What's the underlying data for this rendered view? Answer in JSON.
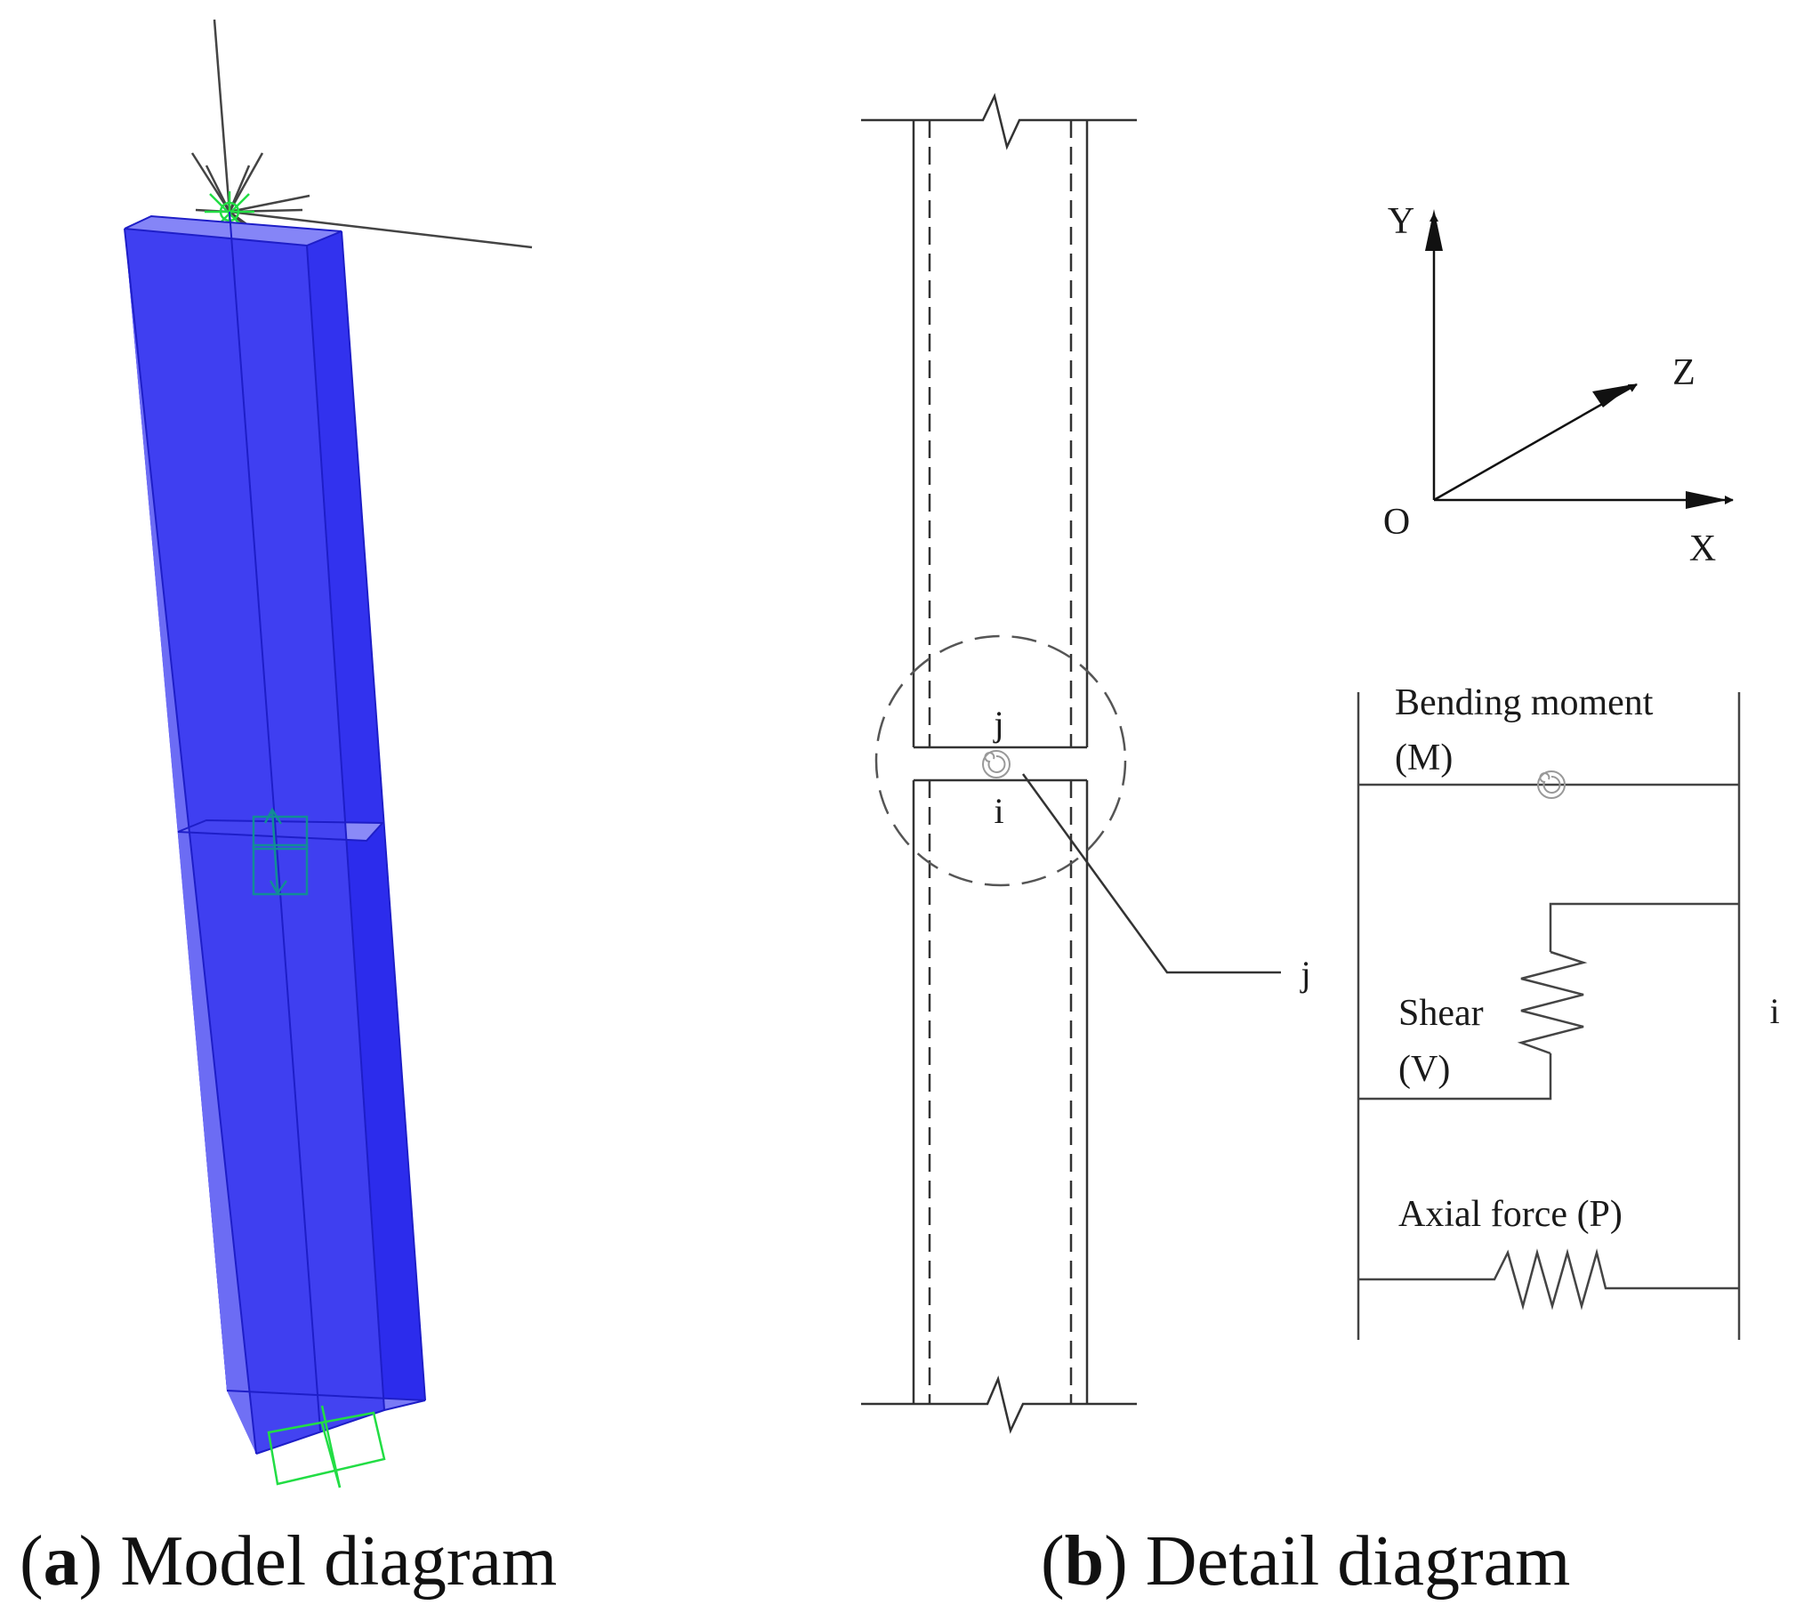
{
  "panel_a": {
    "caption_letter": "a",
    "caption_text": "Model diagram",
    "colors": {
      "column_fill": "#3b3bf0",
      "column_edge": "#1e1ec8",
      "support": "#22dd44",
      "hinge_marker": "#128c96",
      "load_lines": "#444444"
    },
    "icons": [
      "star-load-icon",
      "hinge-marker-icon",
      "fixed-support-icon"
    ]
  },
  "panel_b": {
    "caption_letter": "b",
    "caption_text": "Detail diagram",
    "axes": {
      "y": "Y",
      "z": "Z",
      "x": "X",
      "origin": "O"
    },
    "node_j": "j",
    "node_i": "i",
    "callout_j": "j",
    "callout_i": "i",
    "spring_labels": {
      "moment_line1": "Bending moment",
      "moment_line2": "(M)",
      "shear_line1": "Shear",
      "shear_line2": "(V)",
      "axial": "Axial force (P)"
    },
    "icons": [
      "break-line-icon",
      "rotational-spring-icon",
      "shear-spring-icon",
      "axial-spring-icon"
    ]
  }
}
